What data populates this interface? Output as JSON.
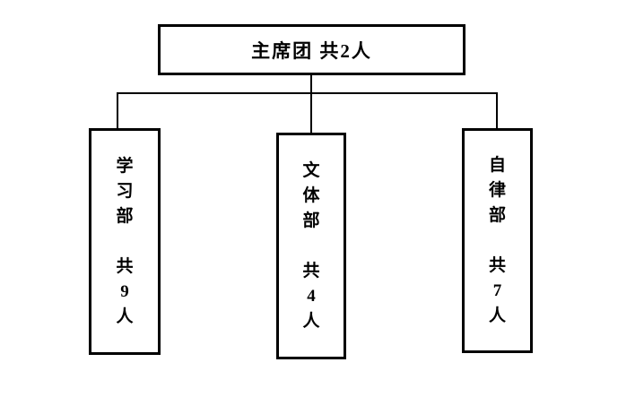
{
  "org_chart": {
    "root": {
      "label": "主席团 共2人"
    },
    "departments": [
      {
        "text": "学\n习\n部\n\n共\n9\n人"
      },
      {
        "text": "文\n体\n部\n\n共\n4\n人"
      },
      {
        "text": "自\n律\n部\n\n共\n7\n人"
      }
    ]
  }
}
